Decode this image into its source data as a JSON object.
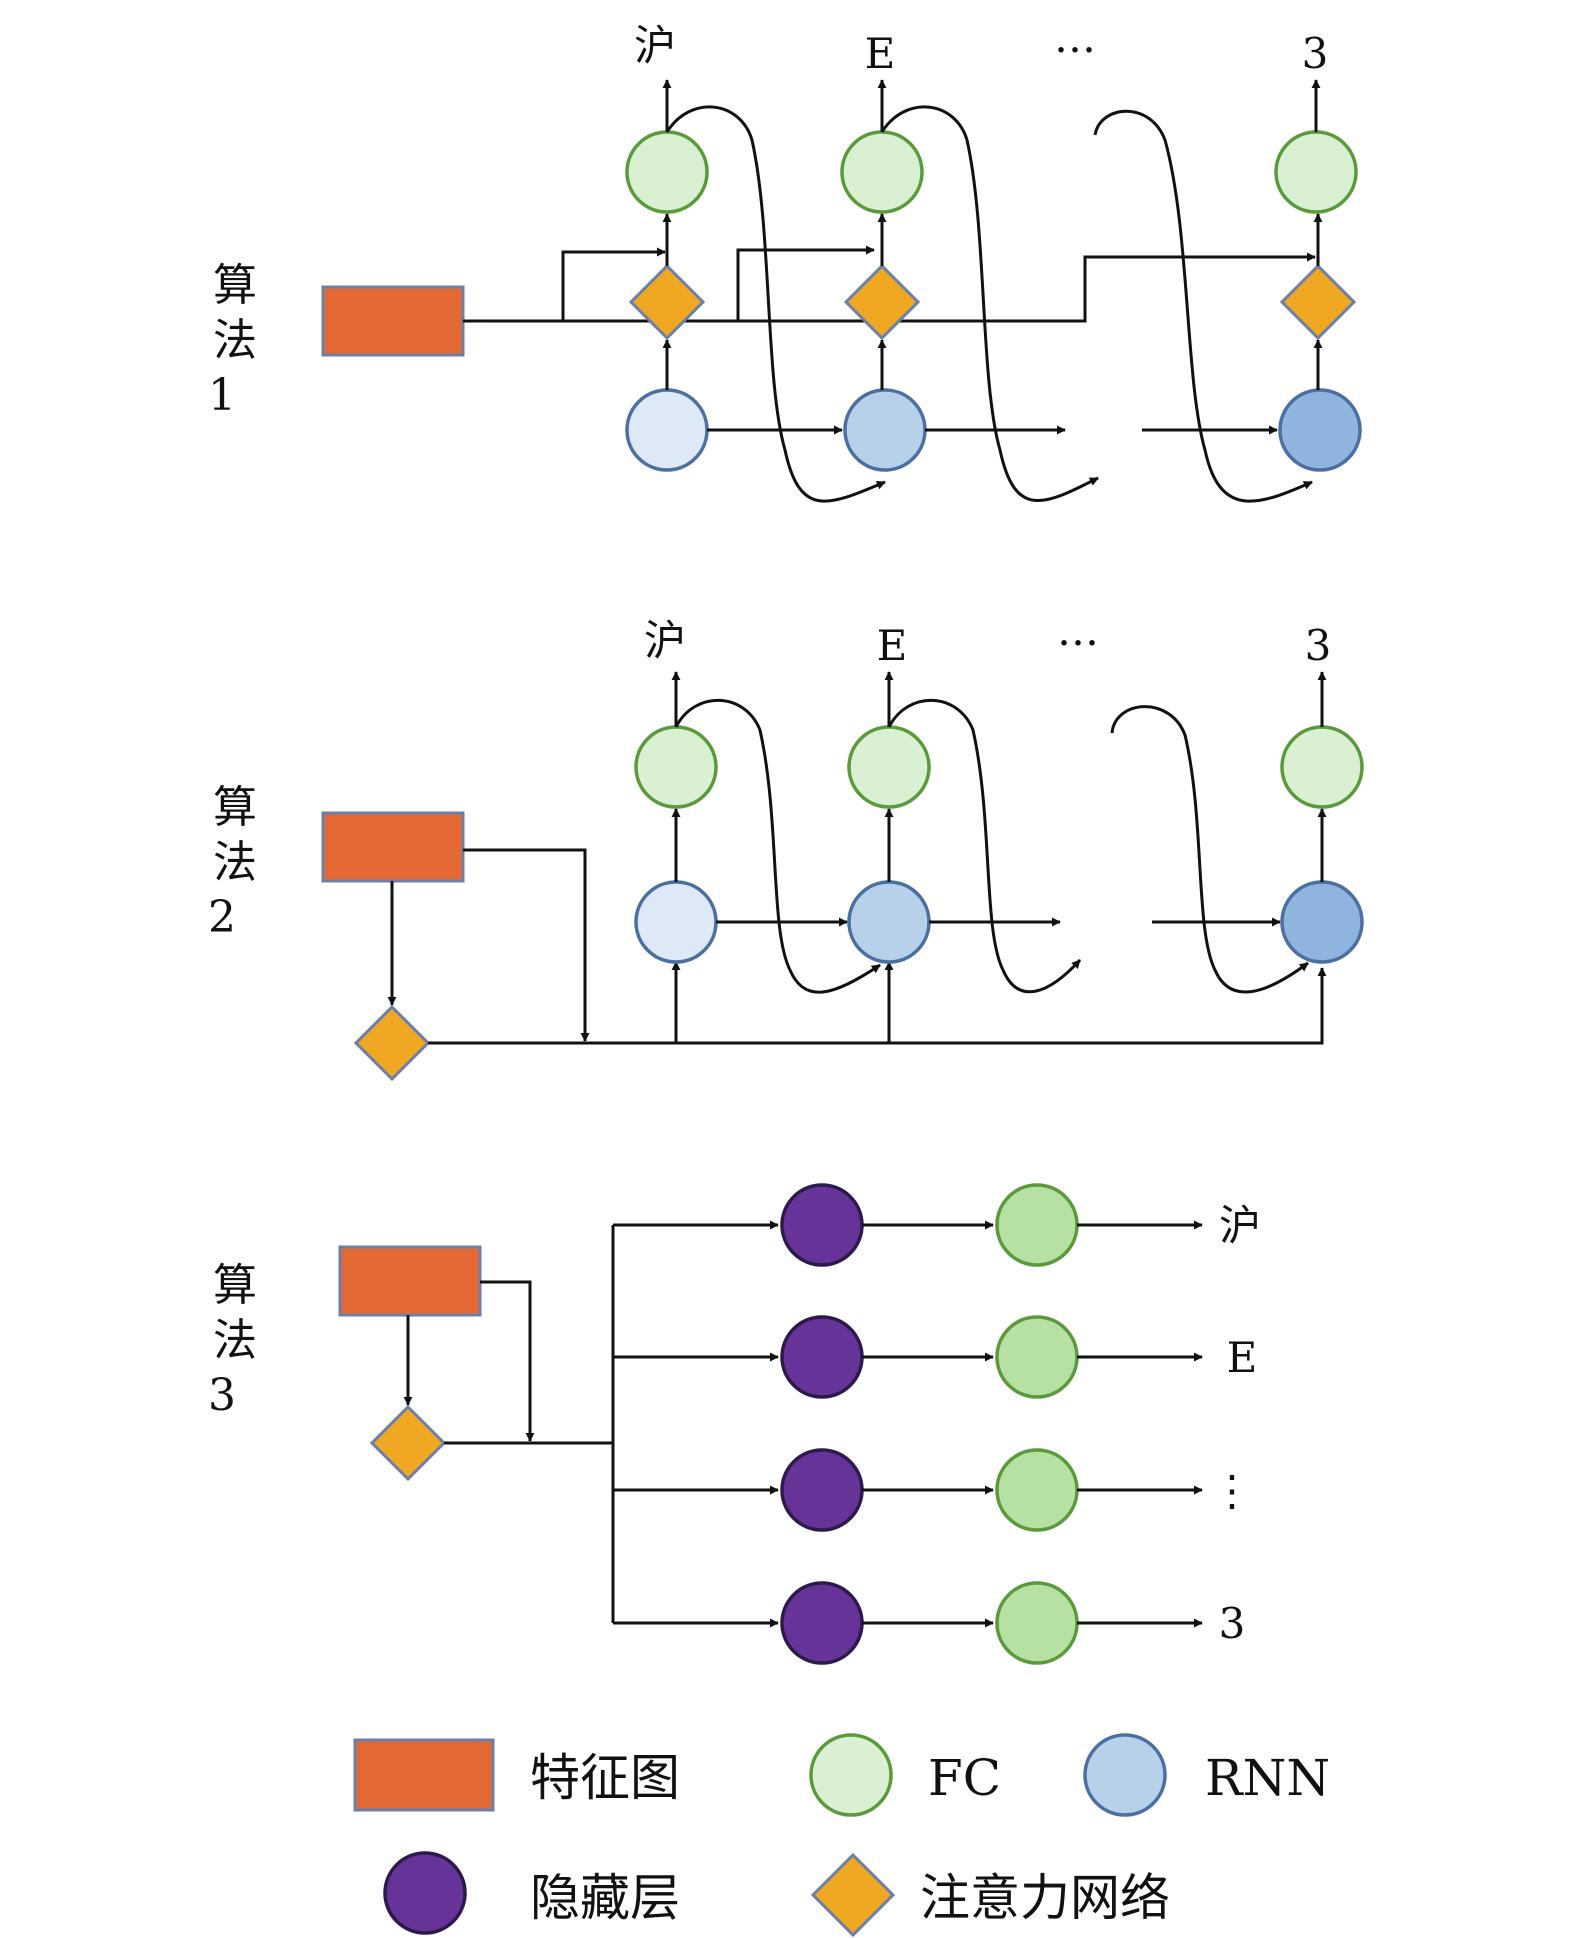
{
  "algorithms": [
    {
      "label": "算法1",
      "chars": [
        "算",
        "法",
        "1"
      ],
      "outputs": [
        "沪",
        "E",
        "…",
        "3"
      ]
    },
    {
      "label": "算法2",
      "chars": [
        "算",
        "法",
        "2"
      ],
      "outputs": [
        "沪",
        "E",
        "…",
        "3"
      ]
    },
    {
      "label": "算法3",
      "chars": [
        "算",
        "法",
        "3"
      ],
      "outputs": [
        "沪",
        "E",
        "⋮",
        "3"
      ]
    }
  ],
  "legend": {
    "feature_map": "特征图",
    "fc": "FC",
    "rnn": "RNN",
    "hidden_layer": "隐藏层",
    "attention_network": "注意力网络"
  },
  "colors": {
    "feature_map": "#e36834",
    "attention": "#f0a823",
    "fc": "#d9f0d3",
    "rnn": "#b7d1ea",
    "hidden": "#663399"
  }
}
